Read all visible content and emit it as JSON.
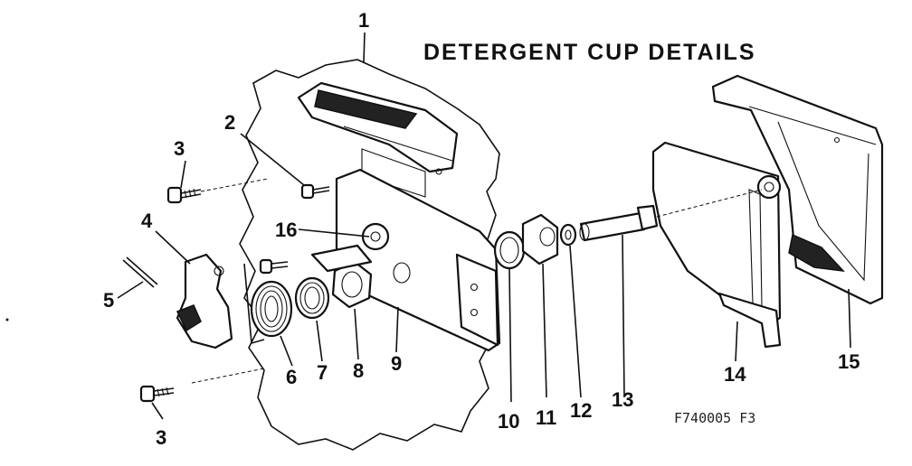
{
  "title": "DETERGENT CUP DETAILS",
  "drawing_code": "F740005   F3",
  "callouts": [
    "1",
    "2",
    "3",
    "4",
    "5",
    "16",
    "6",
    "7",
    "8",
    "9",
    "10",
    "11",
    "12",
    "13",
    "14",
    "15",
    "3"
  ]
}
